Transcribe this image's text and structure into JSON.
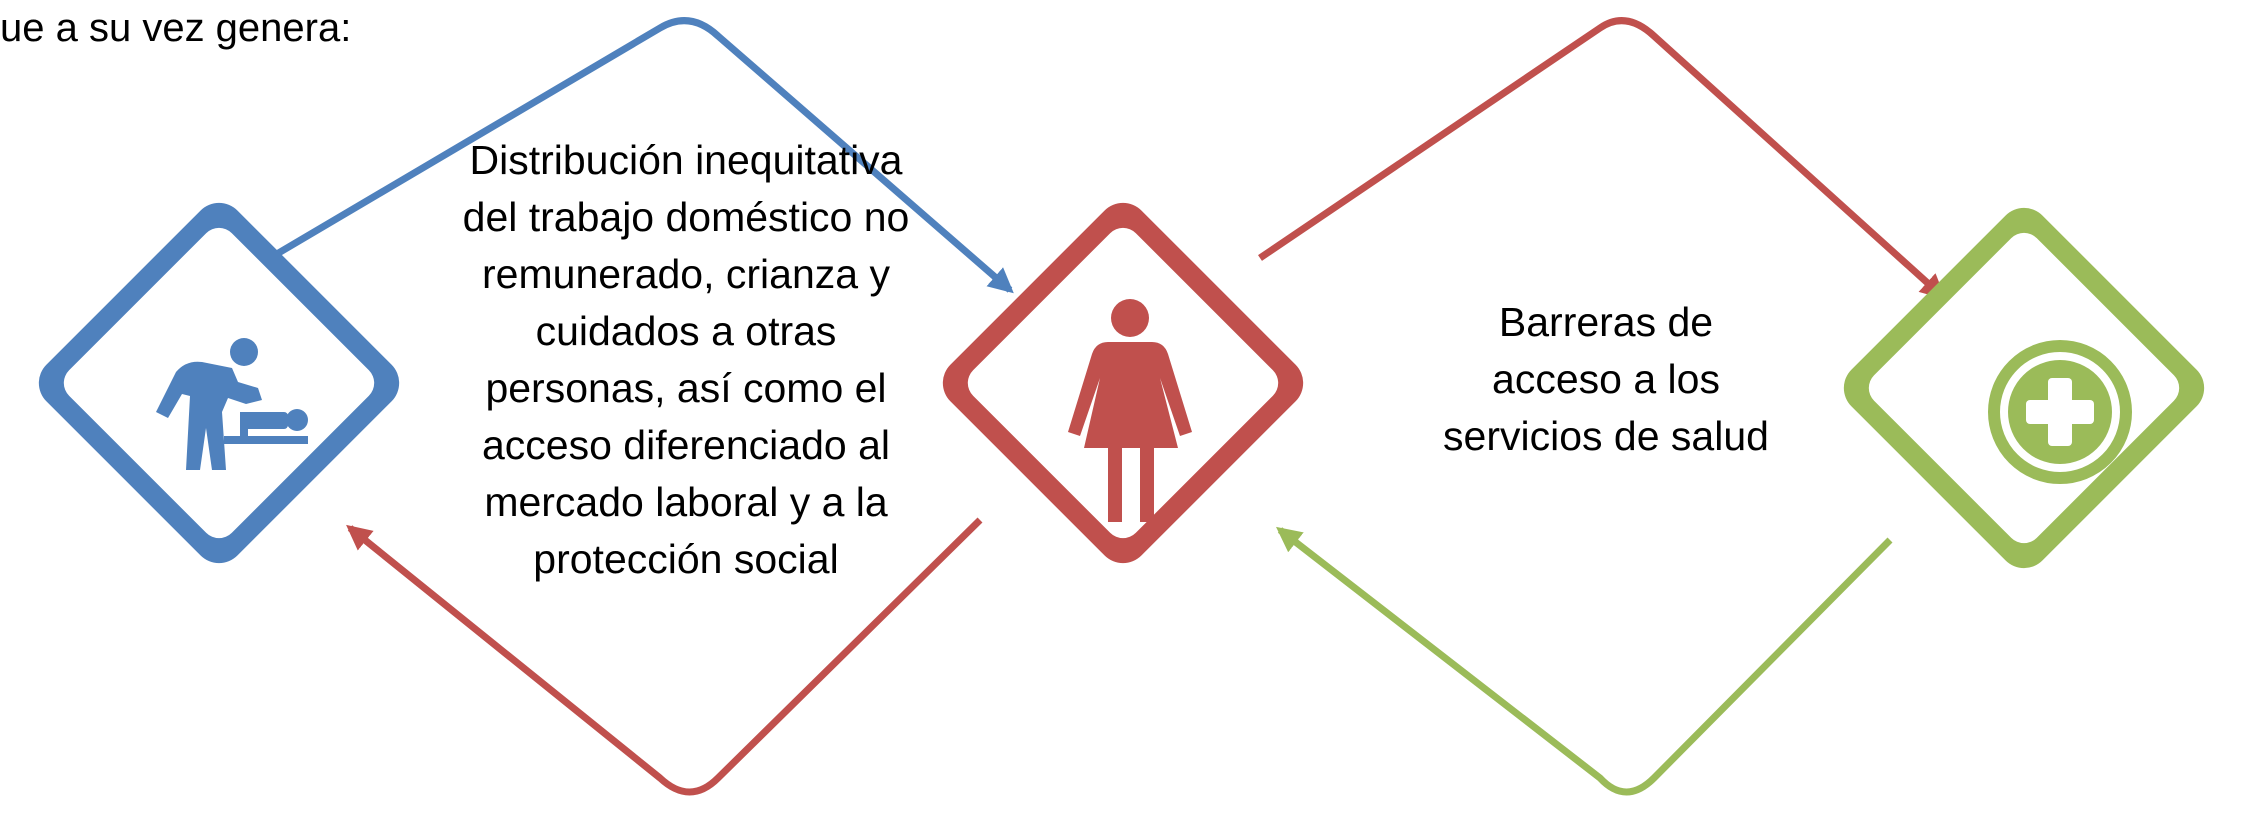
{
  "intro_text": "ue a su vez genera:",
  "nodes": [
    {
      "name": "childcare",
      "icon": "diaper-changing-icon",
      "color": "#4f81bd"
    },
    {
      "name": "woman",
      "icon": "woman-icon",
      "color": "#c0504d"
    },
    {
      "name": "health",
      "icon": "medical-cross-icon",
      "color": "#9bbb59"
    }
  ],
  "connectors": [
    {
      "text": "Distribución inequitativa del trabajo doméstico no remunerado, crianza y cuidados a otras personas, así como el acceso diferenciado al mercado laboral y a la protección social",
      "top_arrow_color": "#4f81bd",
      "bottom_arrow_color": "#c0504d"
    },
    {
      "text": "Barreras de acceso a los servicios de salud",
      "top_arrow_color": "#c0504d",
      "bottom_arrow_color": "#9bbb59"
    }
  ],
  "colors": {
    "blue": "#4f81bd",
    "red": "#c0504d",
    "green": "#9bbb59"
  }
}
